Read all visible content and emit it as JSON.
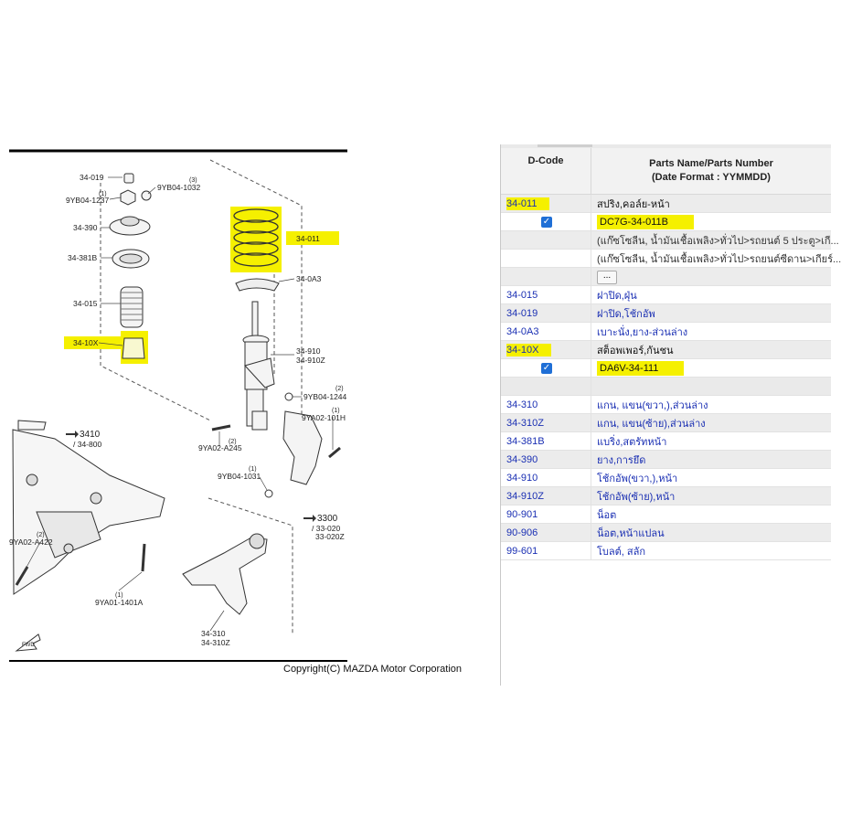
{
  "diagram": {
    "labels": {
      "p34019": "34-019",
      "p9yb04_1237": "9YB04-1237",
      "q1a": "(1)",
      "p9yb04_1032": "9YB04-1032",
      "q3": "(3)",
      "p34390": "34-390",
      "p34381b": "34-381B",
      "p34015": "34-015",
      "p3410x": "34-10X",
      "p34011": "34-011",
      "p340a3": "34-0A3",
      "p34910": "34-910",
      "p34910z": "34-910Z",
      "p9yb04_1244": "9YB04-1244",
      "q2a": "(2)",
      "p9ya02_101h": "9YA02-101H",
      "q1b": "(1)",
      "p3410": "3410",
      "p34800": "/ 34-800",
      "p9ya02_a245": "9YA02-A245",
      "q2b": "(2)",
      "p9yb04_1031": "9YB04-1031",
      "q1c": "(1)",
      "p3300": "3300",
      "p33020": "/ 33-020",
      "p33020z": "33-020Z",
      "p9ya02_a422": "9YA02-A422",
      "q2c": "(2)",
      "p9ya01_1401a": "9YA01-1401A",
      "q1d": "(1)",
      "p34310": "34-310",
      "p34310z": "34-310Z",
      "fwd": "FWD"
    },
    "copyright": "Copyright(C) MAZDA Motor Corporation"
  },
  "table": {
    "header": {
      "dcode": "D-Code",
      "name_line1": "Parts Name/Parts Number",
      "name_line2": "(Date Format : YYMMDD)"
    },
    "more_button": "...",
    "rows": [
      {
        "code": "34-011",
        "name": "สปริง,คอล์ย-หน้า"
      },
      {
        "code": "",
        "name": "DC7G-34-011B",
        "checked": true
      },
      {
        "code": "",
        "name": "(แก๊ซโซลีน, น้ำมันเชื้อเพลิง>ทั่วไป>รถยนต์ 5 ประตู>เกี..."
      },
      {
        "code": "",
        "name": "(แก๊ซโซลีน, น้ำมันเชื้อเพลิง>ทั่วไป>รถยนต์ซีดาน>เกียร์..."
      },
      {
        "code": "",
        "name": "..."
      },
      {
        "code": "34-015",
        "name": "ฝาปิด,ฝุ่น"
      },
      {
        "code": "34-019",
        "name": "ฝาปิด,โช้กอัพ"
      },
      {
        "code": "34-0A3",
        "name": "เบาะนั่ง,ยาง-ส่วนล่าง"
      },
      {
        "code": "34-10X",
        "name": "สต็อพเพอร์,กันชน"
      },
      {
        "code": "",
        "name": "DA6V-34-111",
        "checked": true
      },
      {
        "code": "",
        "name": ""
      },
      {
        "code": "34-310",
        "name": "แกน, แขน(ขวา,),ส่วนล่าง"
      },
      {
        "code": "34-310Z",
        "name": "แกน, แขน(ซ้าย),ส่วนล่าง"
      },
      {
        "code": "34-381B",
        "name": "แบริ่ง,สตรัทหน้า"
      },
      {
        "code": "34-390",
        "name": "ยาง,การยึด"
      },
      {
        "code": "34-910",
        "name": "โช้กอัพ(ขวา,),หน้า"
      },
      {
        "code": "34-910Z",
        "name": "โช้กอัพ(ซ้าย),หน้า"
      },
      {
        "code": "90-901",
        "name": "น็อต"
      },
      {
        "code": "90-906",
        "name": "น็อต,หน้าแปลน"
      },
      {
        "code": "99-601",
        "name": "โบลต์, สลัก"
      }
    ]
  },
  "colors": {
    "highlight": "#f5f000",
    "link": "#1a2fb3",
    "checkbox": "#1f6fd6"
  }
}
